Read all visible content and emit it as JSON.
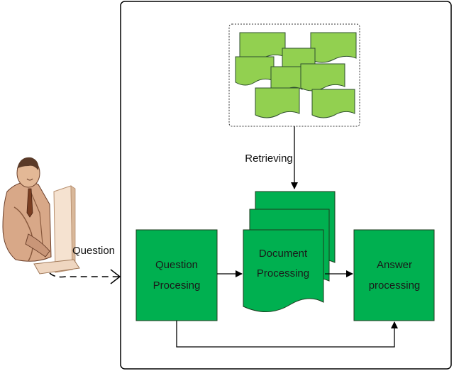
{
  "labels": {
    "question": "Question",
    "retrieving": "Retrieving"
  },
  "boxes": {
    "question_processing": {
      "line1": "Question",
      "line2": "Procesing"
    },
    "document_processing": {
      "line1": "Document",
      "line2": "Processing"
    },
    "answer_processing": {
      "line1": "Answer",
      "line2": "processing"
    }
  },
  "icons": {
    "user": "person-at-computer-icon",
    "documents": "document-collection-icon"
  },
  "colors": {
    "box_fill": "#00b050",
    "box_stroke": "#1e3b1e",
    "doc_fill": "#92d050",
    "doc_stroke": "#2f4f2f",
    "line": "#000000",
    "frame": "#000000"
  }
}
